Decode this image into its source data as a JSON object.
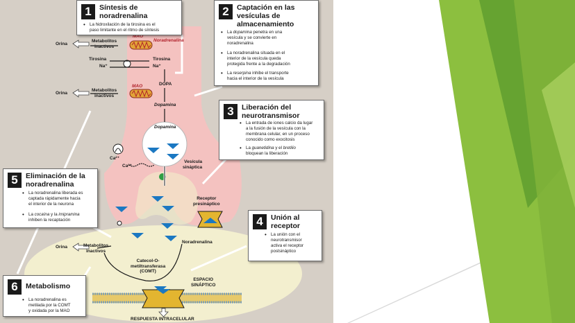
{
  "colors": {
    "accent_green": "#7cb342",
    "neuron_pink": "#f4c2c0",
    "panel_bg": "#d6cfc6"
  },
  "boxes": {
    "b1": {
      "number": "1",
      "title": "Síntesis de noradrenalina",
      "title_l1": "Síntesis de",
      "title_l2": "noradrenalina",
      "bullets": [
        "La hidroxilación de la tirosina es el paso limitante en el ritmo de síntesis"
      ],
      "b1_l1": "La hidroxilación de la tirosina es el",
      "b1_l2": "paso limitante en el ritmo de síntesis"
    },
    "b2": {
      "number": "2",
      "title_l1": "Captación en las",
      "title_l2": "vesículas de",
      "title_l3": "almacenamiento",
      "bullets": [
        "La dopamina penetra en una vesícula y se convierte en noradrenalina",
        "La noradrenalina situada en el interior de la vesícula queda protegida frente a la degradación",
        "La reserpina inhibe el transporte hacia el interior de la vesícula"
      ],
      "p1_a": "La ",
      "p1_b": "dopamina",
      "p1_c": " penetra en una",
      "p1_l2": "vesícula y se convierte en",
      "p1_l3": "noradrenalina",
      "p2_l1": "La noradrenalina situada en el",
      "p2_l2": "interior de la vesícula queda",
      "p2_l3": "protegida frente a la degradación",
      "p3_a": "La ",
      "p3_b": "reserpina",
      "p3_c": " inhibe el transporte",
      "p3_l2": "hacia el interior de la vesícula"
    },
    "b3": {
      "number": "3",
      "title_l1": "Liberación del",
      "title_l2": "neurotransmisor",
      "p1_l1": "La entrada de iones calcio da lugar",
      "p1_l2": "a la fusión de la vesícula con la",
      "p1_l3": "membrana celular, en un proceso",
      "p1_l4": "conocido como exocitosis",
      "p2_a": "La ",
      "p2_b": "guanetidina",
      "p2_c": " y el ",
      "p2_d": "bretilio",
      "p2_l2": "bloquean la liberación"
    },
    "b4": {
      "number": "4",
      "title_l1": "Unión al",
      "title_l2": "receptor",
      "p1_l1": "La unión con el",
      "p1_l2": "neurotransmisor",
      "p1_l3": "activa el receptor",
      "p1_l4": "postsináptico"
    },
    "b5": {
      "number": "5",
      "title_l1": "Eliminación de la",
      "title_l2": "noradrenalina",
      "p1_l1": "La noradrenalina liberada es",
      "p1_l2": "captada rápidamente hacia",
      "p1_l3": "el interior de la neurona",
      "p2_a": "La ",
      "p2_b": "cocaína",
      "p2_c": " y la ",
      "p2_d": "imipramina",
      "p2_l2": "inhiben la recaptación"
    },
    "b6": {
      "number": "6",
      "title": "Metabolismo",
      "p1_l1": "La noradrenalina es",
      "p1_l2": "metilada por la COMT",
      "p1_l3": "y oxidada por la MAO"
    }
  },
  "labels": {
    "orina": "Orina",
    "metabolitos_l1": "Metabolitos",
    "metabolitos_l2": "inactivos",
    "mao": "MAO",
    "noradrenalina_mito": "Noradrenalina",
    "tirosina": "Tirosina",
    "na": "Na⁺",
    "dopa": "DOPA",
    "dopamina": "Dopamina",
    "vesicula_l1": "Vesícula",
    "vesicula_l2": "sináptica",
    "ca1": "Ca²⁺",
    "ca2": "Ca²⁺",
    "receptor_l1": "Receptor",
    "receptor_l2": "presináptico",
    "noradrenalina": "Noradrenalina",
    "comt_l1": "Catecol-O-",
    "comt_l2": "metiltransferasa",
    "comt_l3": "(COMT)",
    "espacio_l1": "ESPACIO",
    "espacio_l2": "SINÁPTICO",
    "respuesta": "RESPUESTA INTRACELULAR"
  }
}
